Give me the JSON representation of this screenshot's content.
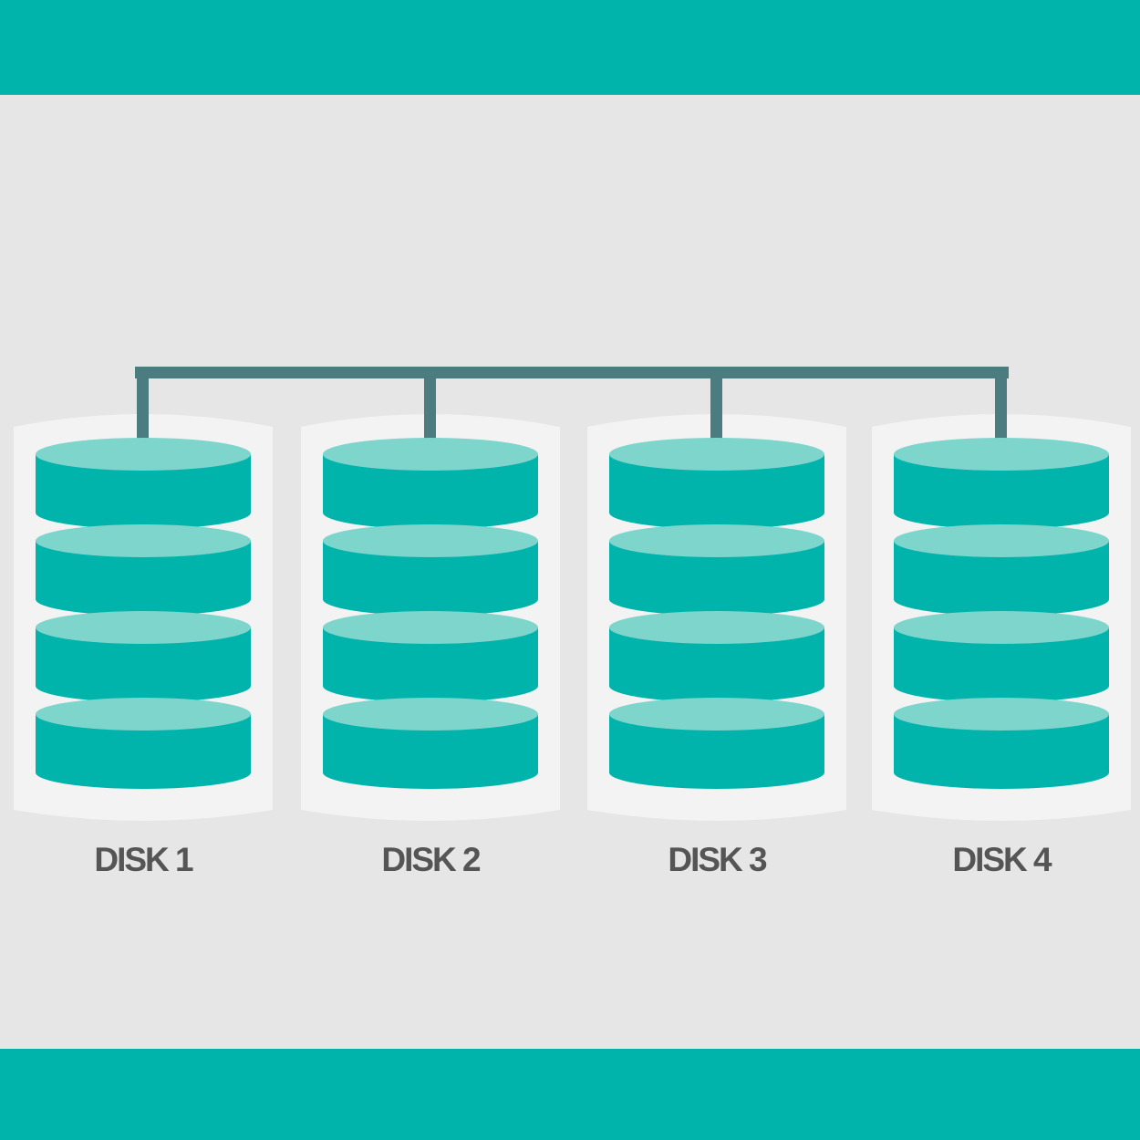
{
  "colors": {
    "accent": "#00b3ab",
    "platter_top": "#7dd5cc",
    "backplate": "#f3f3f3",
    "connector": "#4a7c80",
    "background": "#e6e6e6",
    "label": "#555555"
  },
  "disks": [
    {
      "label": "DISK 1",
      "platters": 4
    },
    {
      "label": "DISK 2",
      "platters": 4
    },
    {
      "label": "DISK 3",
      "platters": 4
    },
    {
      "label": "DISK 4",
      "platters": 4
    }
  ]
}
